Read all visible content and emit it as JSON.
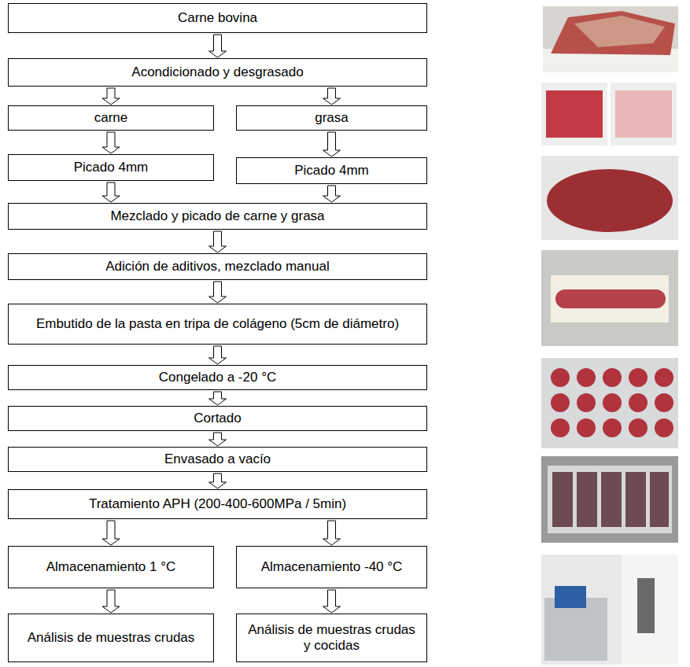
{
  "diagram": {
    "nodes": [
      {
        "text": [
          "Carne bovina"
        ]
      },
      {
        "text": [
          "Acondicionado y desgrasado"
        ]
      },
      {
        "text": [
          "carne"
        ]
      },
      {
        "text": [
          "grasa"
        ]
      },
      {
        "text": [
          "Picado 4mm"
        ]
      },
      {
        "text": [
          "Picado 4mm"
        ]
      },
      {
        "text": [
          "Mezclado y picado de carne y grasa"
        ]
      },
      {
        "text": [
          "Adición de aditivos, mezclado manual"
        ]
      },
      {
        "text": [
          "Embutido de la pasta en tripa de colágeno (5cm de diámetro)"
        ]
      },
      {
        "text": [
          "Congelado a -20 °C"
        ]
      },
      {
        "text": [
          "Cortado"
        ]
      },
      {
        "text": [
          "Envasado a vacío"
        ]
      },
      {
        "text": [
          "Tratamiento APH (200-400-600MPa / 5min)"
        ]
      },
      {
        "text": [
          "Almacenamiento 1 °C"
        ]
      },
      {
        "text": [
          "Almacenamiento -40 °C"
        ]
      },
      {
        "text": [
          "Análisis de muestras crudas"
        ]
      },
      {
        "text": [
          "Análisis de muestras crudas y cocidas"
        ]
      }
    ],
    "edges": [
      {
        "from": 0,
        "to": 1,
        "arrow": "to"
      },
      {
        "from": 1,
        "to": 2,
        "arrow": "to"
      },
      {
        "from": 1,
        "to": 3,
        "arrow": "to"
      },
      {
        "from": 2,
        "to": 4,
        "arrow": "to"
      },
      {
        "from": 3,
        "to": 5,
        "arrow": "to"
      },
      {
        "from": 4,
        "to": 6,
        "arrow": "to"
      },
      {
        "from": 5,
        "to": 6,
        "arrow": "to"
      },
      {
        "from": 6,
        "to": 7,
        "arrow": "to"
      },
      {
        "from": 7,
        "to": 8,
        "arrow": "to"
      },
      {
        "from": 8,
        "to": 9,
        "arrow": "to"
      },
      {
        "from": 9,
        "to": 10,
        "arrow": "to"
      },
      {
        "from": 10,
        "to": 11,
        "arrow": "to"
      },
      {
        "from": 11,
        "to": 12,
        "arrow": "to"
      },
      {
        "from": 12,
        "to": 13,
        "arrow": "to"
      },
      {
        "from": 12,
        "to": 14,
        "arrow": "to"
      },
      {
        "from": 13,
        "to": 15,
        "arrow": "to"
      },
      {
        "from": 14,
        "to": 16,
        "arrow": "to"
      }
    ]
  }
}
